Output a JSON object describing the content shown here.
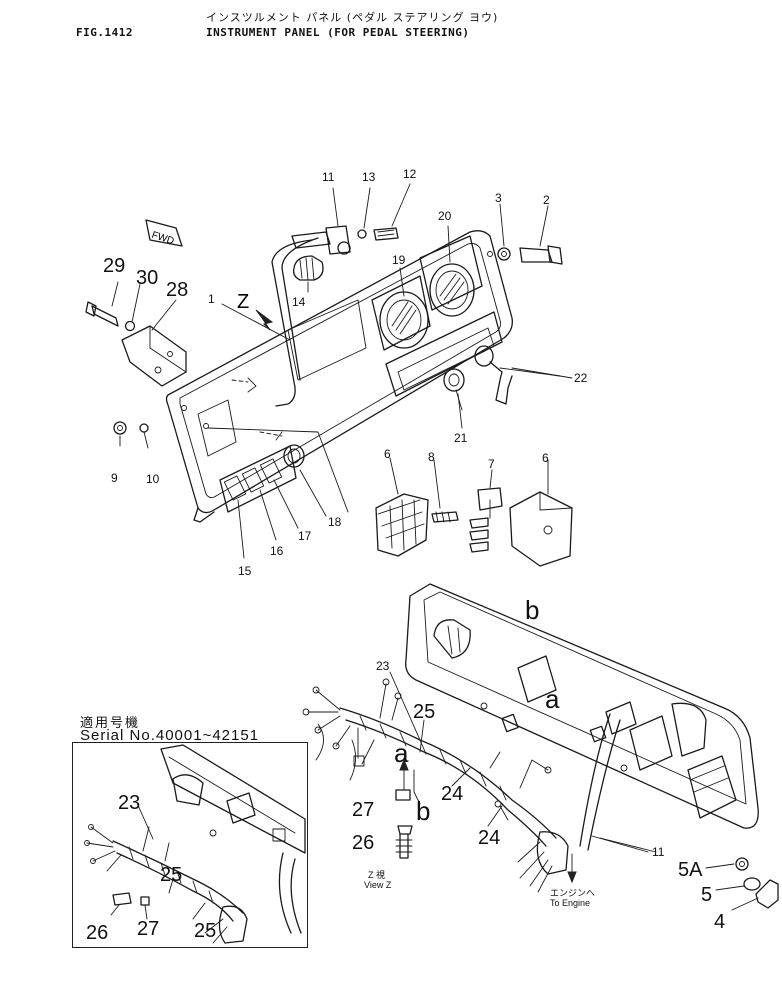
{
  "header": {
    "fig_label": "FIG.1412",
    "title_jp": "インスツルメント パネル (ペダル ステアリング ヨウ)",
    "title_en": "INSTRUMENT PANEL (FOR PEDAL STEERING)"
  },
  "diagram": {
    "fwd_tag": "FWD",
    "view_marker": "Z",
    "view_note_jp": "Z 視",
    "view_note_en": "View Z",
    "engine_note_jp": "エンジンへ",
    "engine_note_en": "To Engine",
    "detail_label_a": "a",
    "detail_label_b": "b",
    "callouts": [
      {
        "id": "11",
        "label": "11"
      },
      {
        "id": "13",
        "label": "13"
      },
      {
        "id": "12",
        "label": "12"
      },
      {
        "id": "3",
        "label": "3"
      },
      {
        "id": "2",
        "label": "2"
      },
      {
        "id": "20",
        "label": "20"
      },
      {
        "id": "19",
        "label": "19"
      },
      {
        "id": "14",
        "label": "14"
      },
      {
        "id": "29",
        "label": "29"
      },
      {
        "id": "30",
        "label": "30"
      },
      {
        "id": "28",
        "label": "28"
      },
      {
        "id": "1",
        "label": "1"
      },
      {
        "id": "22",
        "label": "22"
      },
      {
        "id": "21",
        "label": "21"
      },
      {
        "id": "9",
        "label": "9"
      },
      {
        "id": "10",
        "label": "10"
      },
      {
        "id": "6a",
        "label": "6"
      },
      {
        "id": "8",
        "label": "8"
      },
      {
        "id": "7",
        "label": "7"
      },
      {
        "id": "6b",
        "label": "6"
      },
      {
        "id": "18",
        "label": "18"
      },
      {
        "id": "17",
        "label": "17"
      },
      {
        "id": "16",
        "label": "16"
      },
      {
        "id": "15",
        "label": "15"
      },
      {
        "id": "23",
        "label": "23"
      },
      {
        "id": "25",
        "label": "25"
      },
      {
        "id": "24a",
        "label": "24"
      },
      {
        "id": "24b",
        "label": "24"
      },
      {
        "id": "27",
        "label": "27"
      },
      {
        "id": "26",
        "label": "26"
      },
      {
        "id": "11b",
        "label": "11"
      },
      {
        "id": "5A",
        "label": "5A"
      },
      {
        "id": "5",
        "label": "5"
      },
      {
        "id": "4",
        "label": "4"
      }
    ]
  },
  "inset": {
    "serial_jp": "適用号機",
    "serial_en": "Serial  No.40001~42151",
    "callouts": [
      {
        "id": "i23",
        "label": "23"
      },
      {
        "id": "i25a",
        "label": "25"
      },
      {
        "id": "i25b",
        "label": "25"
      },
      {
        "id": "i26",
        "label": "26"
      },
      {
        "id": "i27",
        "label": "27"
      }
    ]
  }
}
